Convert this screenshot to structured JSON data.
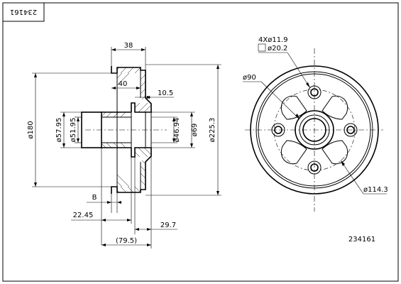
{
  "part_number": "234161",
  "part_number_corner": "234161",
  "side_view": {
    "dim_top_width": "38",
    "dim_inner_width": "40",
    "dim_flange_thickness": "10.5",
    "dim_outer_diameter_left": "ø180",
    "dim_hub_outer": "ø57.95",
    "dim_hub_bore": "ø51.95",
    "dim_pilot": "ø46.94",
    "dim_flange_diameter": "ø69",
    "dim_drum_diameter": "ø225.3",
    "dim_b_label": "B",
    "dim_offset": "22.45",
    "dim_hub_length": "29.7",
    "dim_total_length": "(79.5)"
  },
  "front_view": {
    "bolt_spec": "4Xø11.9",
    "bolt_cb": "ø20.2",
    "center_hole": "ø90",
    "pcd": "ø114.3"
  }
}
